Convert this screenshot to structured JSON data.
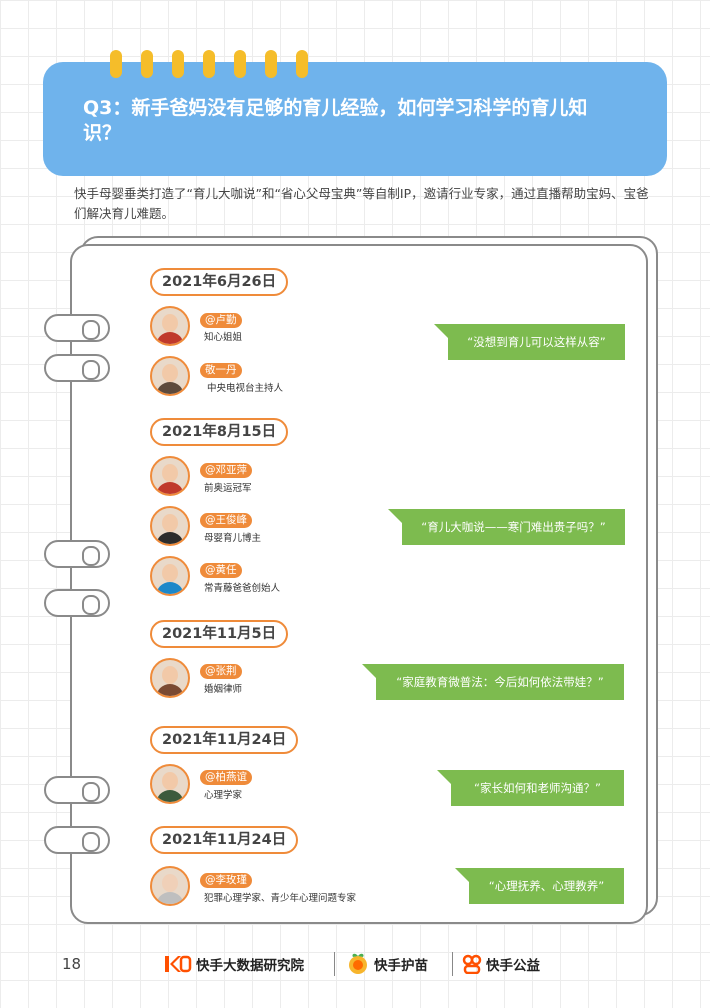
{
  "header": {
    "title": "Q3：新手爸妈没有足够的育儿经验，如何学习科学的育儿知识？"
  },
  "intro": "快手母婴垂类打造了“育儿大咖说”和“省心父母宝典”等自制IP，邀请行业专家，通过直播帮助宝妈、宝爸们解决育儿难题。",
  "timeline": [
    {
      "date": "2021年6月26日",
      "speakers": [
        {
          "name": "@卢勤",
          "role": "知心姐姐"
        },
        {
          "name": "敬一丹",
          "role": "中央电视台主持人"
        }
      ],
      "quote": "“没想到育儿可以这样从容”"
    },
    {
      "date": "2021年8月15日",
      "speakers": [
        {
          "name": "@邓亚萍",
          "role": "前奥运冠军"
        },
        {
          "name": "@王俊峰",
          "role": "母婴育儿博主"
        },
        {
          "name": "@黄任",
          "role": "常青藤爸爸创始人"
        }
      ],
      "quote": "“育儿大咖说——寒门难出贵子吗？”"
    },
    {
      "date": "2021年11月5日",
      "speakers": [
        {
          "name": "@张荆",
          "role": "婚姻律师"
        }
      ],
      "quote": "“家庭教育微普法：今后如何依法带娃？”"
    },
    {
      "date": "2021年11月24日",
      "speakers": [
        {
          "name": "@柏燕谊",
          "role": "心理学家"
        }
      ],
      "quote": "“家长如何和老师沟通？”"
    },
    {
      "date": "2021年11月24日",
      "speakers": [
        {
          "name": "@李玫瑾",
          "role": "犯罪心理学家、青少年心理问题专家"
        }
      ],
      "quote": "“心理抚养、心理教养”"
    }
  ],
  "footer": {
    "page_number": "18",
    "brands": [
      "快手大数据研究院",
      "快手护苗",
      "快手公益"
    ]
  },
  "colors": {
    "banner": "#6fb3ec",
    "accent_orange": "#ef8b3a",
    "quote_green": "#7dbb4f",
    "tab_yellow": "#f5bd2a"
  }
}
